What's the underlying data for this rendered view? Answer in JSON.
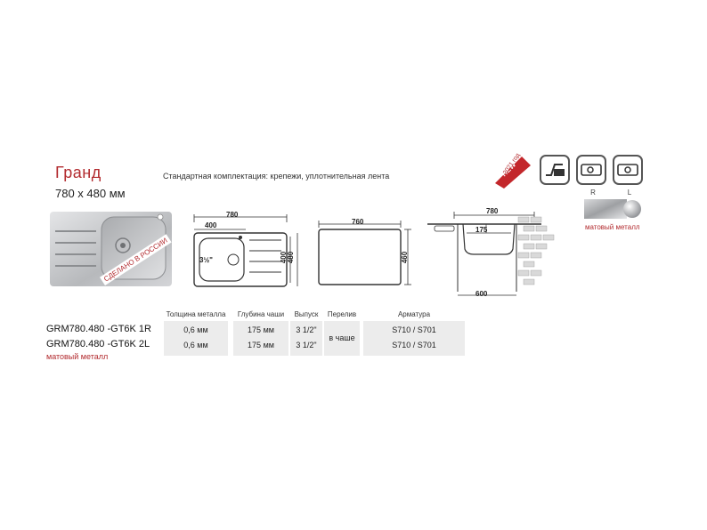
{
  "header": {
    "title": "Гранд",
    "size": "780 х 480 мм",
    "kit": "Стандартная комплектация: крепежи, уплотнительная лента"
  },
  "badge": {
    "new": "NEW",
    "year": "2021 год"
  },
  "options": {
    "icons": [
      "faucet-mount-icon",
      "bowl-right-icon",
      "bowl-left-icon"
    ],
    "right_label": "R",
    "left_label": "L",
    "finish": "матовый металл"
  },
  "photo": {
    "stamp": "СДЕЛАНО В РОССИИ"
  },
  "drawing_top": {
    "width": "780",
    "inner": "400",
    "h1": "400",
    "h2": "480",
    "drain": "3½\""
  },
  "drawing_cutout": {
    "width": "760",
    "height": "460"
  },
  "drawing_side": {
    "width": "780",
    "depth": "175",
    "cabinet": "600"
  },
  "table": {
    "headers": [
      "Толщина металла",
      "Глубина чаши",
      "Выпуск",
      "Перелив",
      "Арматура"
    ],
    "rows": [
      {
        "model": "GRM780.480 -GT6K 1R",
        "thickness": "0,6 мм",
        "depth": "175 мм",
        "outlet": "3 1/2\"",
        "fitting": "S710 / S701"
      },
      {
        "model": "GRM780.480 -GT6K 2L",
        "thickness": "0,6 мм",
        "depth": "175 мм",
        "outlet": "3 1/2\"",
        "fitting": "S710 / S701"
      }
    ],
    "overflow": "в чаше",
    "finish_note": "матовый металл"
  },
  "colors": {
    "accent": "#b22a2e",
    "cell": "#ececec"
  }
}
